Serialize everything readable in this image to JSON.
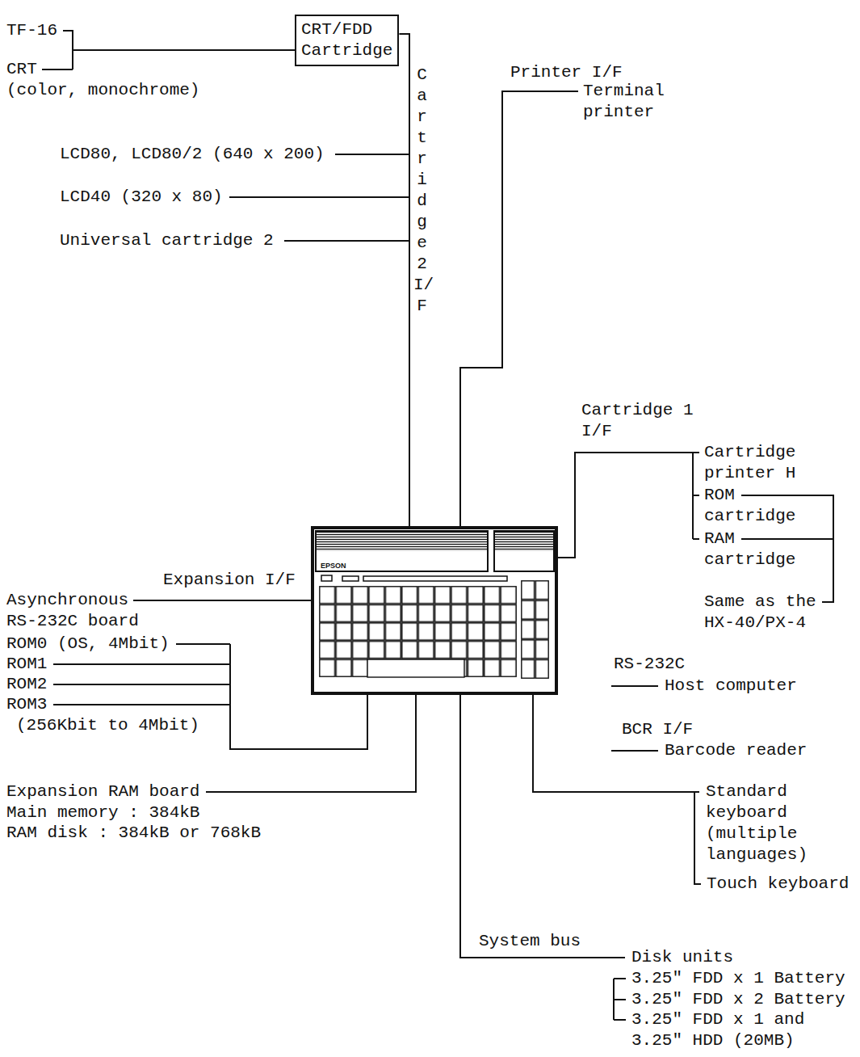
{
  "diagram": {
    "nodes": [
      {
        "text": [
          "CRT/FDD Cartridge"
        ]
      },
      {
        "text": [
          "EPSON"
        ]
      }
    ],
    "edges": [
      {
        "from": 0,
        "to": 1,
        "arrow": "none",
        "label": "Cartridge 2 I/F"
      }
    ],
    "labels": [
      "TF-16",
      "CRT",
      "(color, monochrome)",
      "LCD80, LCD80/2 (640 x 200)",
      "LCD40 (320 x 80)",
      "Universal cartridge 2",
      "Printer I/F",
      "Terminal printer",
      "Cartridge 1 I/F",
      "Cartridge printer H",
      "ROM cartridge",
      "RAM cartridge",
      "Same as the HX-40/PX-4",
      "Expansion I/F",
      "Asynchronous RS-232C board",
      "RS-232C",
      "Host computer",
      "ROM0 (OS, 4Mbit)",
      "ROM1",
      "ROM2",
      "ROM3",
      "(256Kbit to 4Mbit)",
      "BCR I/F",
      "Barcode reader",
      "Expansion RAM board",
      "Main memory : 384kB",
      "RAM disk : 384kB or 768kB",
      "Standard keyboard (multiple languages)",
      "Touch keyboard",
      "System bus",
      "Disk units",
      "3.25\" FDD x 1 Battery",
      "3.25\" FDD x 2 Battery",
      "3.25\" FDD x 1 and 3.25\" HDD (20MB)"
    ]
  }
}
